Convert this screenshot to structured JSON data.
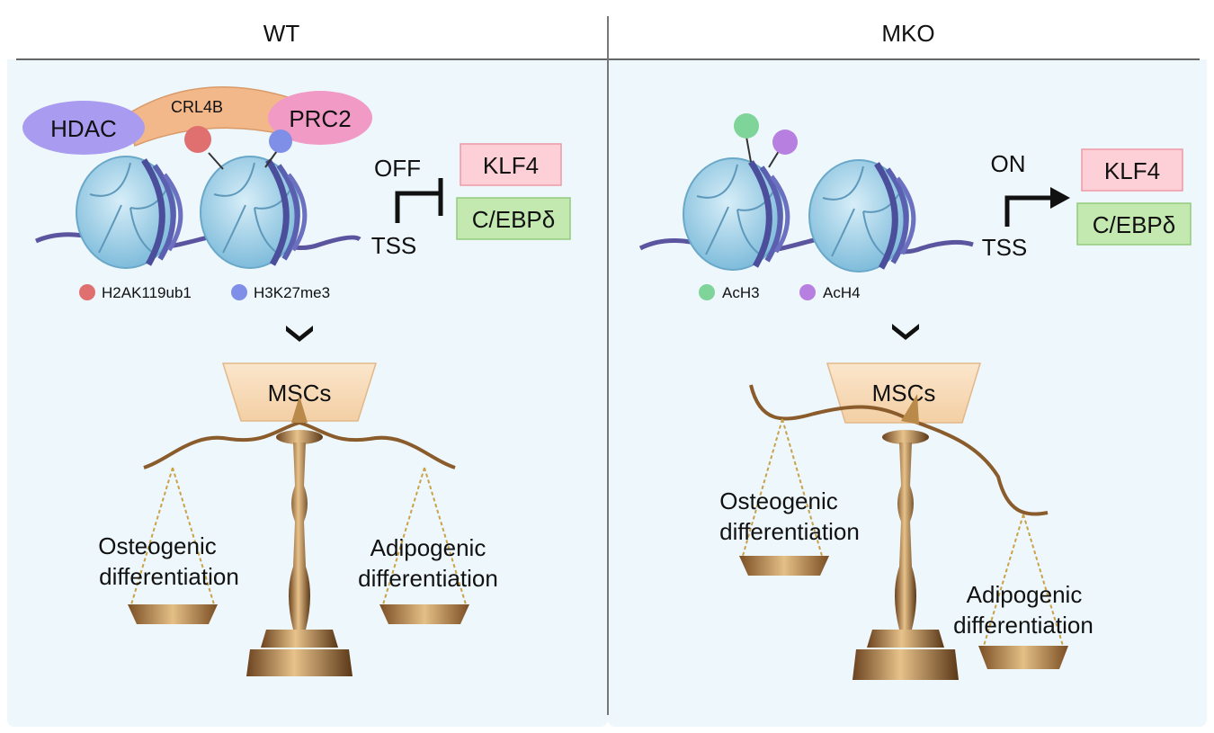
{
  "panels": {
    "left": {
      "title": "WT",
      "complex": {
        "hdac": "HDAC",
        "crl4b": "CRL4B",
        "prc2": "PRC2"
      },
      "state": "OFF",
      "tss": "TSS",
      "genes": [
        "KLF4",
        "C/EBPδ"
      ],
      "legend": [
        {
          "label": "H2AK119ub1",
          "color": "#e07070"
        },
        {
          "label": "H3K27me3",
          "color": "#7f8ee6"
        }
      ],
      "msc": "MSCs",
      "scale": {
        "left": [
          "Osteogenic",
          "differentiation"
        ],
        "right": [
          "Adipogenic",
          "differentiation"
        ]
      }
    },
    "right": {
      "title": "MKO",
      "state": "ON",
      "tss": "TSS",
      "genes": [
        "KLF4",
        "C/EBPδ"
      ],
      "legend": [
        {
          "label": "AcH3",
          "color": "#7fd49a"
        },
        {
          "label": "AcH4",
          "color": "#b67fe0"
        }
      ],
      "msc": "MSCs",
      "scale": {
        "left": [
          "Osteogenic",
          "differentiation"
        ],
        "right": [
          "Adipogenic",
          "differentiation"
        ]
      }
    }
  },
  "colors": {
    "background": "#eef7fc",
    "hdac": "#a99bf0",
    "crl4b": "#f3b88a",
    "prc2": "#f19ac6",
    "klf4": "#fcd0d6",
    "cebp": "#c3e8b0",
    "nucleosome": "#9fd2ea",
    "msc": "#f8dcbb",
    "gold": "#a6753a"
  }
}
